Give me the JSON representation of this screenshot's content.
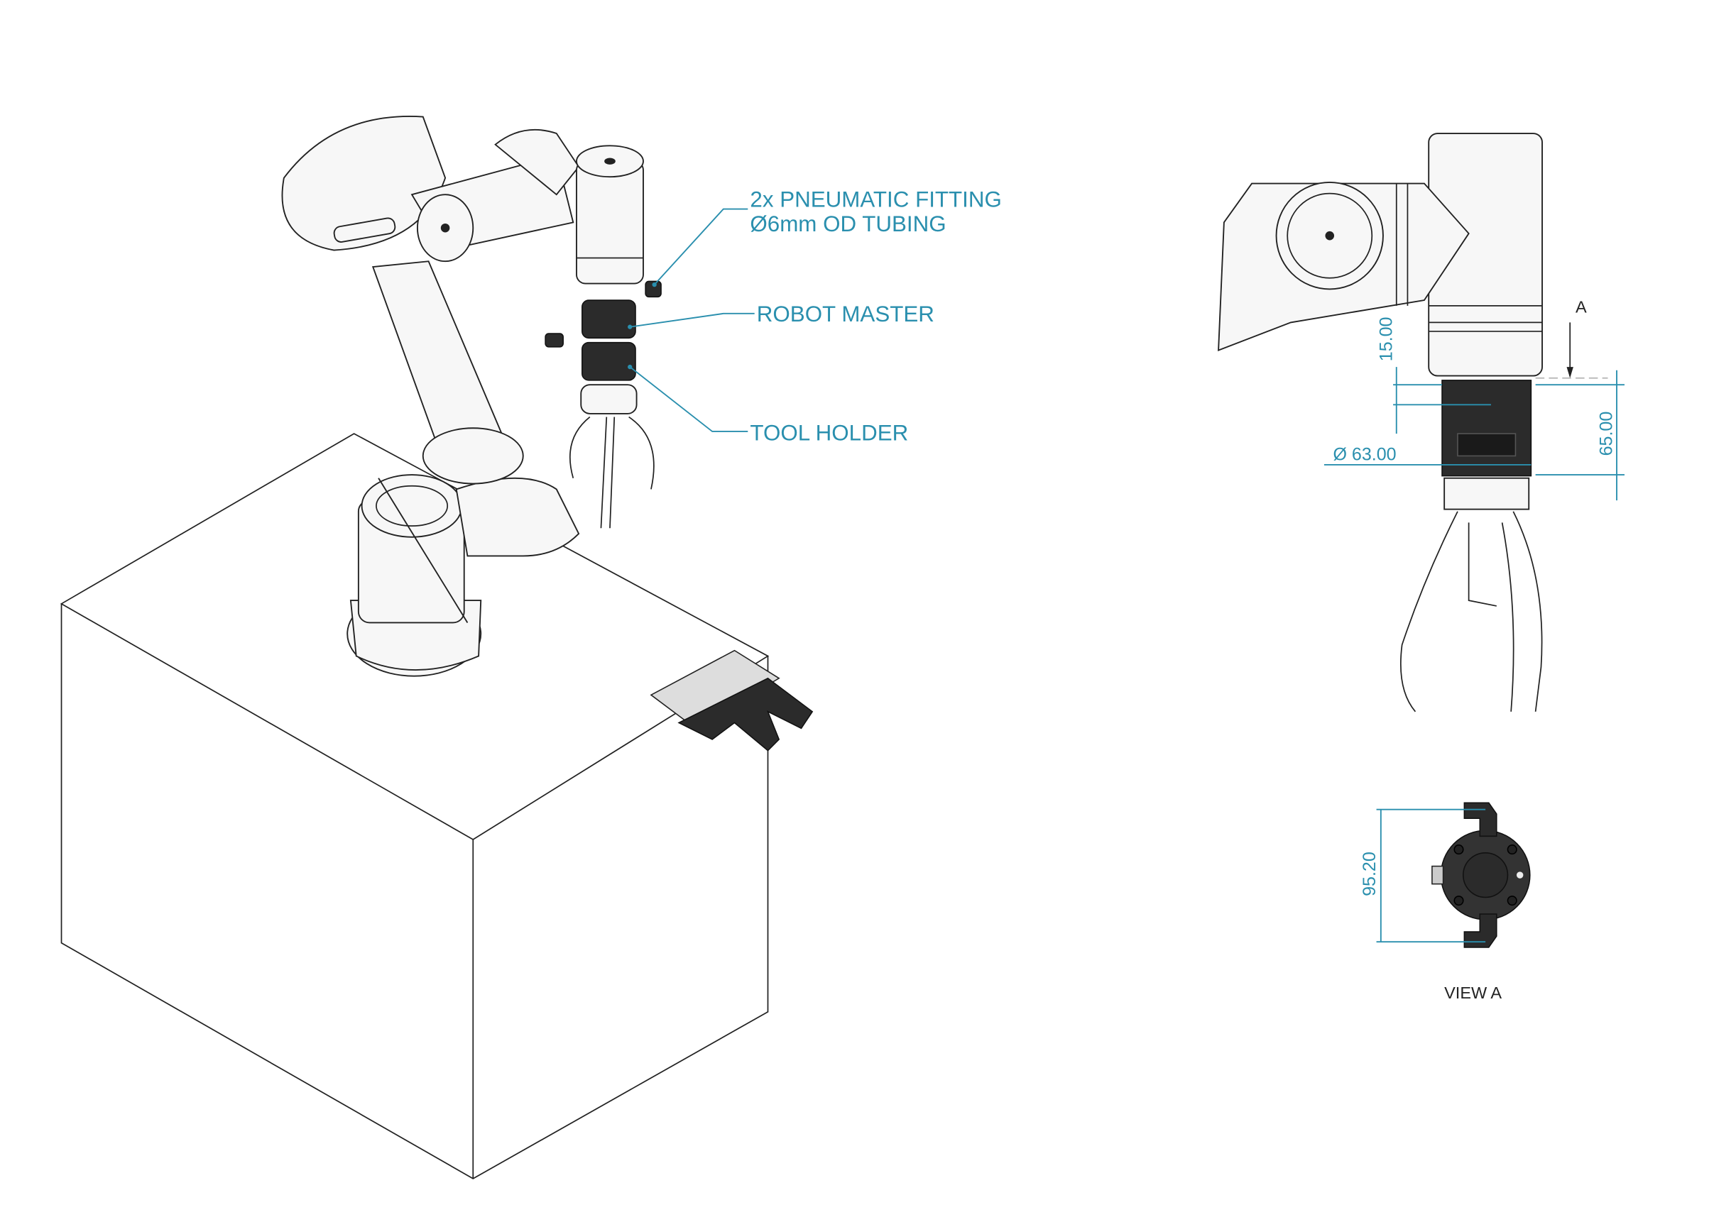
{
  "callouts": {
    "pneumatic_line1": "2x PNEUMATIC FITTING",
    "pneumatic_line2": "Ø6mm OD TUBING",
    "robot_master": "ROBOT MASTER",
    "tool_holder": "TOOL HOLDER"
  },
  "side_view": {
    "section_marker": "A",
    "dim_offset": "15.00",
    "dim_height": "65.00",
    "dim_diameter": "Ø 63.00"
  },
  "view_a": {
    "dim_spacing": "95.20",
    "title": "VIEW A"
  },
  "colors": {
    "dimension": "#2a8fae",
    "line": "#222222"
  }
}
